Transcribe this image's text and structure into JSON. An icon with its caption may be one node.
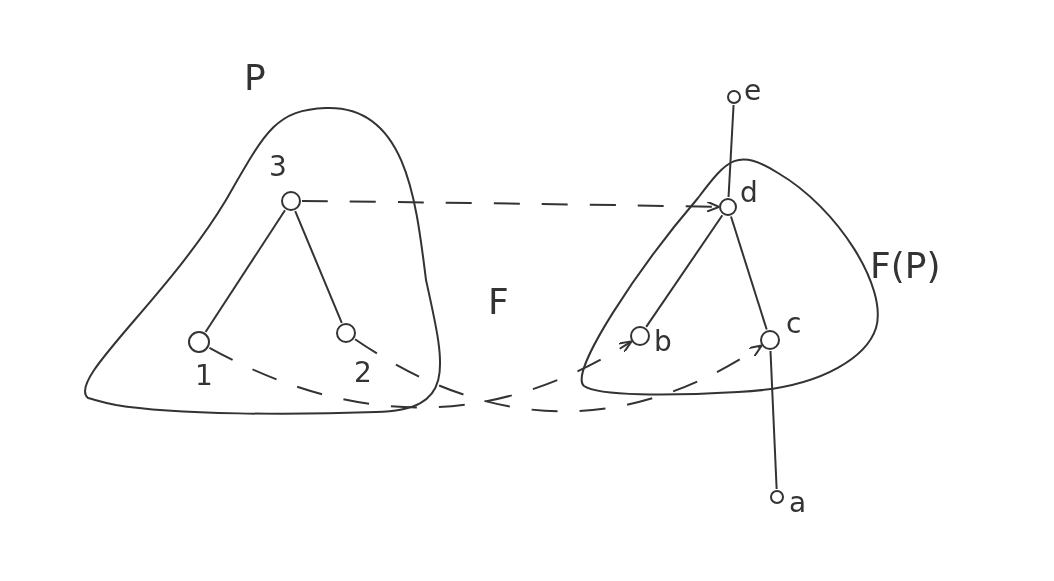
{
  "diagram": {
    "nodes": [
      {
        "text": [
          "P"
        ]
      },
      {
        "text": [],
        "shape": "circle",
        "in": 0,
        "beside": [
          "3"
        ]
      },
      {
        "text": [],
        "shape": "circle",
        "in": 0,
        "beside": [
          "1"
        ]
      },
      {
        "text": [],
        "shape": "circle",
        "in": 0,
        "beside": [
          "2"
        ]
      },
      {
        "text": [
          "F(P)"
        ]
      },
      {
        "text": [],
        "shape": "circle",
        "beside": [
          "e"
        ]
      },
      {
        "text": [],
        "shape": "circle",
        "in": 4,
        "beside": [
          "d"
        ]
      },
      {
        "text": [],
        "shape": "circle",
        "in": 4,
        "beside": [
          "b"
        ]
      },
      {
        "text": [],
        "shape": "circle",
        "in": 4,
        "beside": [
          "c"
        ]
      },
      {
        "text": [],
        "shape": "circle",
        "beside": [
          "a"
        ]
      }
    ],
    "edges": [
      {
        "from": 1,
        "to": 2,
        "arrow": "none"
      },
      {
        "from": 1,
        "to": 3,
        "arrow": "none"
      },
      {
        "from": 1,
        "to": 6,
        "arrow": "to",
        "style": "dashed"
      },
      {
        "from": 2,
        "to": 7,
        "arrow": "to",
        "style": "dashed"
      },
      {
        "from": 3,
        "to": 8,
        "arrow": "to",
        "style": "dashed"
      },
      {
        "from": 5,
        "to": 6,
        "arrow": "none"
      },
      {
        "from": 6,
        "to": 7,
        "arrow": "none"
      },
      {
        "from": 6,
        "to": 8,
        "arrow": "none"
      },
      {
        "from": 8,
        "to": 9,
        "arrow": "none"
      }
    ],
    "labels": [
      "F"
    ]
  }
}
